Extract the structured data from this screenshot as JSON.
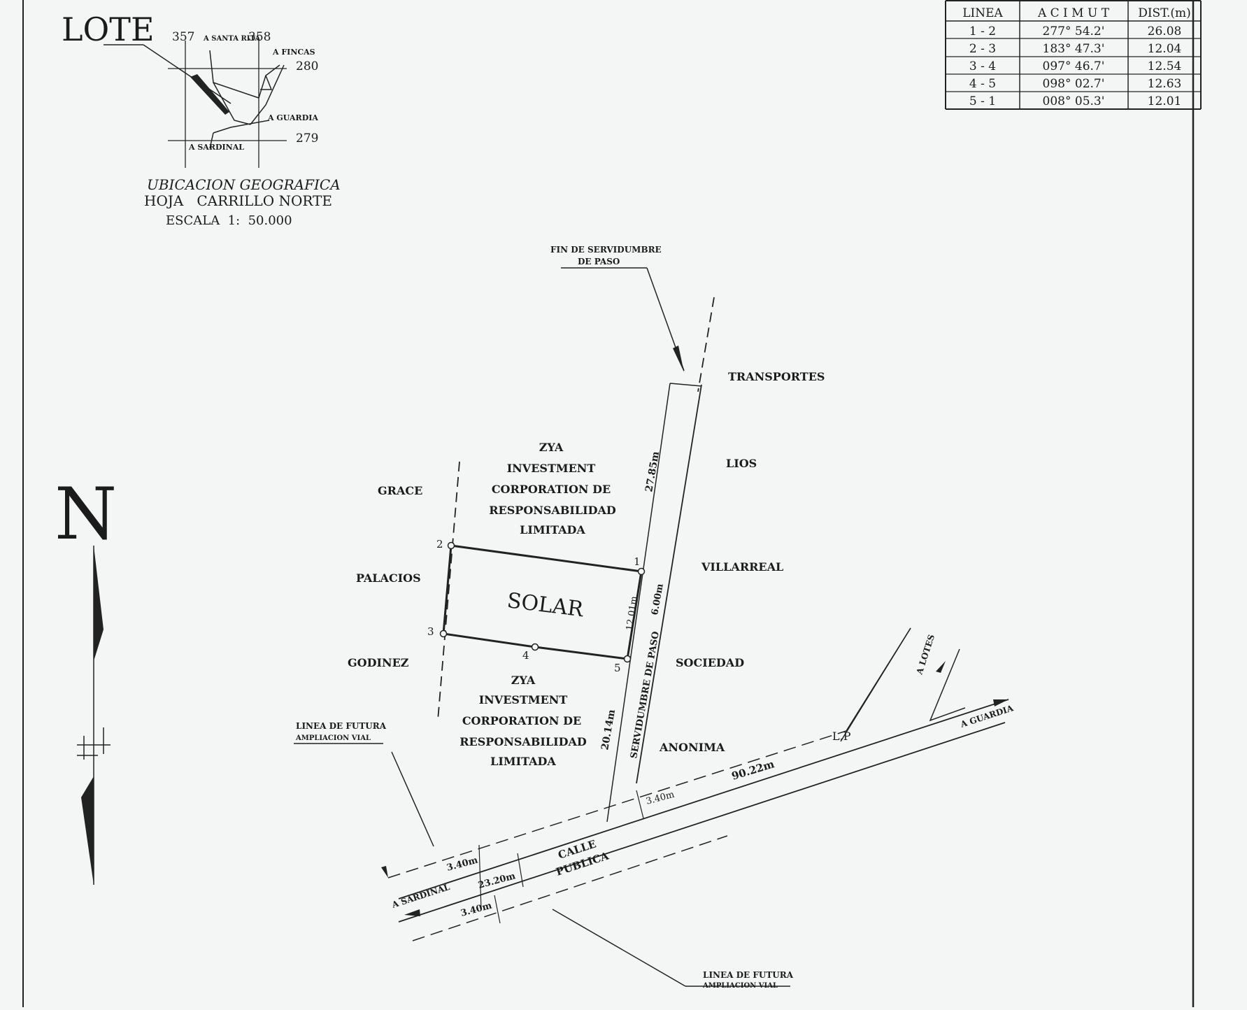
{
  "title": "LOTE",
  "location_map": {
    "grid_numbers": [
      "357",
      "358",
      "280",
      "279"
    ],
    "roads": [
      "A SANTA RITA",
      "A FINCAS",
      "A GUARDIA",
      "A SARDINAL"
    ],
    "caption": [
      "UBICACION GEOGRAFICA",
      "HOJA   CARRILLO NORTE",
      "ESCALA  1:  50.000"
    ]
  },
  "table": {
    "headers": [
      "LINEA",
      "A C I M U T",
      "DIST.(m)"
    ],
    "rows": [
      [
        "1 - 2",
        "277°  54.2'",
        "26.08"
      ],
      [
        "2 - 3",
        "183°  47.3'",
        "12.04"
      ],
      [
        "3 - 4",
        "097°  46.7'",
        "12.54"
      ],
      [
        "4 - 5",
        "098°  02.7'",
        "12.63"
      ],
      [
        "5 - 1",
        "008°  05.3'",
        "12.01"
      ]
    ]
  },
  "north": "N",
  "plan": {
    "solar": "SOLAR",
    "vertices": [
      "1",
      "2",
      "3",
      "4",
      "5"
    ],
    "neighbors_north": [
      "ZYA",
      "INVESTMENT",
      "CORPORATION DE",
      "RESPONSABILIDAD",
      "LIMITADA"
    ],
    "neighbors_south": [
      "ZYA",
      "INVESTMENT",
      "CORPORATION DE",
      "RESPONSABILIDAD",
      "LIMITADA"
    ],
    "west_labels": [
      "GRACE",
      "PALACIOS",
      "GODINEZ"
    ],
    "east_labels": [
      "TRANSPORTES",
      "LIOS",
      "VILLARREAL",
      "SOCIEDAD",
      "ANONIMA"
    ],
    "servidumbre": "SERVIDUMBRE DE PASO",
    "fin_servidumbre": [
      "FIN DE SERVIDUMBRE",
      "DE PASO"
    ],
    "dims": [
      "27.85m",
      "12.01m",
      "6.00m",
      "20.14m",
      "3.40m",
      "90.22m",
      "3.40m",
      "23.20m",
      "3.40m"
    ],
    "lp": "L.P",
    "calle": [
      "CALLE",
      "PUBLICA"
    ],
    "a_lotes": "A LOTES",
    "a_guardia": "A GUARDIA",
    "a_sardinal": "A SARDINAL",
    "linea_futura_top": [
      "LINEA DE FUTURA",
      "AMPLIACION VIAL"
    ],
    "linea_futura_bottom": [
      "LINEA DE FUTURA",
      "AMPLIACION VIAL"
    ]
  }
}
